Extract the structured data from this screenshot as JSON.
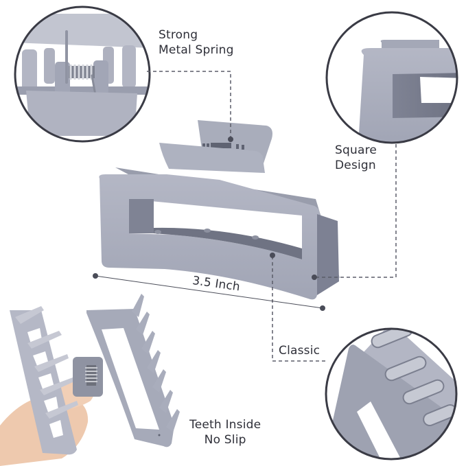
{
  "product": {
    "name": "Rectangular hair claw clip",
    "color_name": "grey-blue matte",
    "colors": {
      "clip_main": "#a8acbb",
      "clip_light": "#babdca",
      "clip_shadow": "#7d8193",
      "clip_dark": "#5f6372",
      "circle_border": "#3a3b45",
      "leader_line": "#5a5c68",
      "text": "#2e2f38",
      "skin": "#eec9ae",
      "spring": "#8a8d96"
    }
  },
  "callouts": {
    "spring": {
      "line1": "Strong",
      "line2": "Metal Spring"
    },
    "square": {
      "line1": "Square",
      "line2": "Design"
    },
    "classic": {
      "line1": "Classic"
    },
    "teeth": {
      "line1": "Teeth Inside",
      "line2": "No Slip"
    }
  },
  "dimension": {
    "label": "3.5 Inch",
    "value": 3.5,
    "unit": "Inch"
  },
  "detail_circles": [
    {
      "id": "spring-closeup",
      "subject": "metal spring hinge"
    },
    {
      "id": "square-closeup",
      "subject": "square corner"
    },
    {
      "id": "teeth-closeup",
      "subject": "inner teeth"
    }
  ]
}
